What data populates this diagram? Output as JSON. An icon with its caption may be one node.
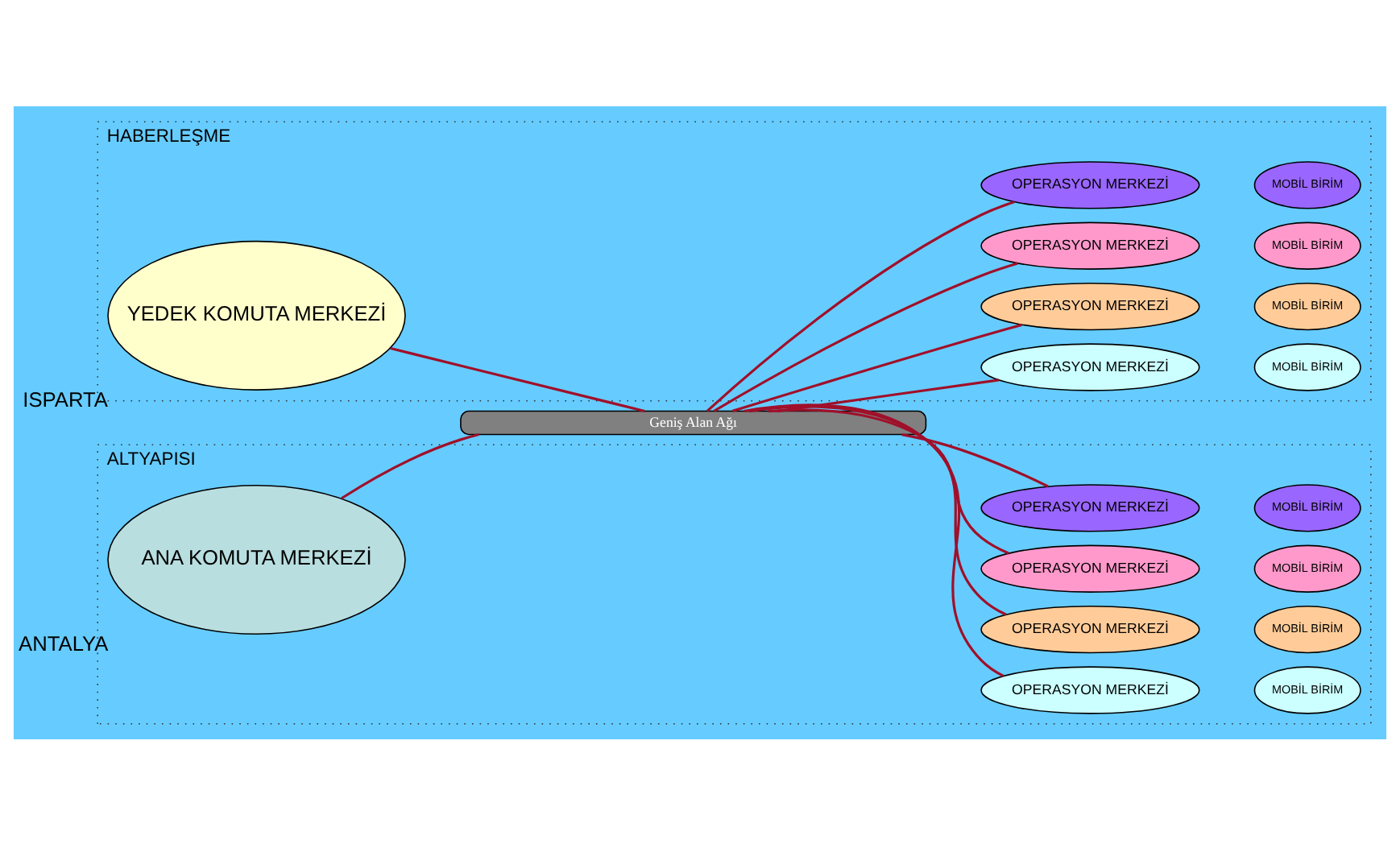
{
  "diagram": {
    "nodes": [
      {
        "text": [
          "HABERLEŞME"
        ]
      },
      {
        "text": [
          "YEDEK KOMUTA MERKEZİ"
        ],
        "in": 0,
        "beside": [
          "ISPARTA"
        ]
      },
      {
        "text": [
          "OPERASYON MERKEZİ"
        ],
        "in": 0
      },
      {
        "text": [
          "OPERASYON MERKEZİ"
        ],
        "in": 0
      },
      {
        "text": [
          "OPERASYON MERKEZİ"
        ],
        "in": 0
      },
      {
        "text": [
          "OPERASYON MERKEZİ"
        ],
        "in": 0
      },
      {
        "text": [
          "MOBİL BİRİM"
        ],
        "in": 0
      },
      {
        "text": [
          "MOBİL BİRİM"
        ],
        "in": 0
      },
      {
        "text": [
          "MOBİL BİRİM"
        ],
        "in": 0
      },
      {
        "text": [
          "MOBİL BİRİM"
        ],
        "in": 0
      },
      {
        "text": [
          "Geniş Alan Ağı"
        ]
      },
      {
        "text": [
          "ALTYAPISI"
        ]
      },
      {
        "text": [
          "ANA KOMUTA MERKEZİ"
        ],
        "in": 11,
        "beside": [
          "ANTALYA"
        ]
      },
      {
        "text": [
          "OPERASYON MERKEZİ"
        ],
        "in": 11
      },
      {
        "text": [
          "OPERASYON MERKEZİ"
        ],
        "in": 11
      },
      {
        "text": [
          "OPERASYON MERKEZİ"
        ],
        "in": 11
      },
      {
        "text": [
          "OPERASYON MERKEZİ"
        ],
        "in": 11
      },
      {
        "text": [
          "MOBİL BİRİM"
        ],
        "in": 11
      },
      {
        "text": [
          "MOBİL BİRİM"
        ],
        "in": 11
      },
      {
        "text": [
          "MOBİL BİRİM"
        ],
        "in": 11
      },
      {
        "text": [
          "MOBİL BİRİM"
        ],
        "in": 11
      }
    ],
    "edges": [
      {
        "from": 1,
        "to": 10,
        "arrow": "none"
      },
      {
        "from": 10,
        "to": 2,
        "arrow": "none"
      },
      {
        "from": 10,
        "to": 3,
        "arrow": "none"
      },
      {
        "from": 10,
        "to": 4,
        "arrow": "none"
      },
      {
        "from": 10,
        "to": 5,
        "arrow": "none"
      },
      {
        "from": 12,
        "to": 10,
        "arrow": "none"
      },
      {
        "from": 10,
        "to": 13,
        "arrow": "none"
      },
      {
        "from": 10,
        "to": 14,
        "arrow": "none"
      },
      {
        "from": 10,
        "to": 15,
        "arrow": "none"
      },
      {
        "from": 10,
        "to": 16,
        "arrow": "none"
      }
    ]
  }
}
